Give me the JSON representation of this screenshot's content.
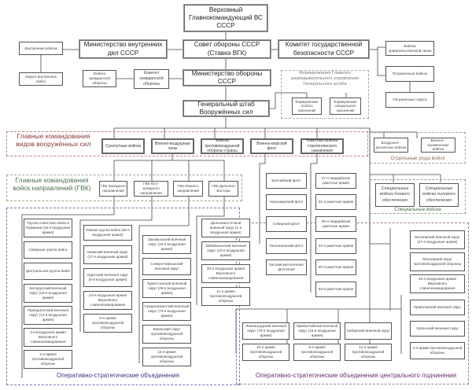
{
  "top": {
    "commander": "Верховный Главнокомандующий ВС СССР",
    "defense_council": "Совет обороны СССР (Ставка ВГК)",
    "mvd": "Министерство внутренних дел СССР",
    "kgb": "Комитет государственной безопасности СССР",
    "mod": "Министерство обороны СССР",
    "general_staff": "Генеральный штаб Вооружённых сил",
    "civil_defense_committee": "Комитет гражданской обороны",
    "civil_defense_troops": "Войска гражданской обороны"
  },
  "mvd_units": {
    "internal_troops": "Внутренние войска",
    "internal_districts": "Округа внутренних войск"
  },
  "kgb_units": {
    "gov_comm": "Войска правительственной связи",
    "border_troops": "Пограничные войска",
    "border_districts": "Пограничные округа"
  },
  "gru": {
    "title": "Формирования Главного разведывательного управления Генерального штаба",
    "special_purpose": "Формирования особого назначения",
    "spec_purpose": "Формирования специального назначения"
  },
  "branches": {
    "label": "Главные командования видов вооружённых сил",
    "items": [
      "Сухопутные войска",
      "Военно-воздушные силы",
      "Войска противовоздушной обороны страны",
      "Военно-морской флот",
      "Ракетные войска стратегического назначения"
    ]
  },
  "separate_arms": {
    "label": "Отдельные рода войск",
    "items": [
      "Воздушно--десантные войска",
      "Военно--космические войска"
    ]
  },
  "special_troops": {
    "label": "Специальные войска",
    "items": [
      "Специальные войска боевого обеспечения",
      "Специальные войска тылового обеспечения"
    ]
  },
  "gvk": {
    "label": "Главные командования войск направлений (ГВК)",
    "items": [
      "ГВК Западного направления",
      "ГВК Юго-западного направления",
      "ГВК Южного направления",
      "ГВК Дальнего Востока"
    ]
  },
  "fleets": [
    "Балтийский флот",
    "Черноморский флот",
    "Северный флот",
    "Тихоокеанский флот",
    "Каспийская военная флотилия"
  ],
  "rocket_armies": [
    "27-я гвардейская ракетная армия",
    "31-я ракетная армия",
    "35-я гвардейская ракетная армия",
    "43-я ракетная армия",
    "50-я ракетная армия",
    "53-я ракетная армия"
  ],
  "operational": {
    "label": "Оперативно-стратегические объединения",
    "west": [
      "Группа советских войск в Германии (16-я воздушная армия)",
      "Северная группа войск",
      "Центральная группа войск",
      "Белорусский военный округ (26-я воздушная армия)",
      "Прикарпатский военный округ (14-я воздушная армия)",
      "4-я воздушная армия Верховного главнокомандования",
      "2-я армия противовоздушной обороны"
    ],
    "southwest": [
      "Южная группа войск (36-я воздушная армия)",
      "Киевский военный округ (17-я воздушная армия)",
      "Одесский военный округ (5-я воздушная армия)",
      "24-я воздушная армия Верховного главнокомандования",
      "8-я армия противовоздушной обороны"
    ],
    "south": [
      "Закавказский военный округ (34-я воздушная армия)",
      "Северо-Кавказский военный округ",
      "Туркестанский военный округ (49-я воздушная армия)",
      "Среднеазиатский военный округ (73-я воздушная армия)",
      "Бакинский округ противовоздушной обороны",
      "12-я армия противовоздушной обороны"
    ],
    "fareast": [
      "Дальневосточный военный округ (1-я воздушная армия)",
      "Забайкальский военный округ (23-я воздушная армия)",
      "30-я воздушная армия Верховного главнокомандования",
      "11-я армия противовоздушной обороны"
    ]
  },
  "central": {
    "label": "Оперативно-стратегические объединения центрального подчинения",
    "moscow": [
      "Московский военный округ (37-я воздушная армия)",
      "Московский округ противовоздушной обороны",
      "46-я воздушная армия Верховного главнокомандования"
    ],
    "right": [
      "Приволжский военный округ",
      "Уральский военный округ",
      "4-я армия противовоздушной обороны"
    ],
    "bottom_pairs": [
      [
        "Ленинградский военный округ (76-я воздушная армия)",
        "10-я армия противовоздушной обороны"
      ],
      [
        "Прибалтийский военный округ (15-я воздушная армия)",
        "6-я армия противовоздушной обороны"
      ],
      [
        "Сибирский военный округ",
        "14-я армия противовоздушной обороны"
      ]
    ]
  },
  "colors": {
    "branches_frame": "#b58a8a",
    "branches_text": "#8b3a3a",
    "gvk_frame": "#8fa68f",
    "gvk_text": "#4f6f4f",
    "operational_frame": "#7a7ab0",
    "operational_text": "#3a3a8a",
    "central_frame": "#a07aa0",
    "central_text": "#6a2f6a",
    "gru_frame": "#aaaaaa",
    "gru_text": "#777777"
  }
}
